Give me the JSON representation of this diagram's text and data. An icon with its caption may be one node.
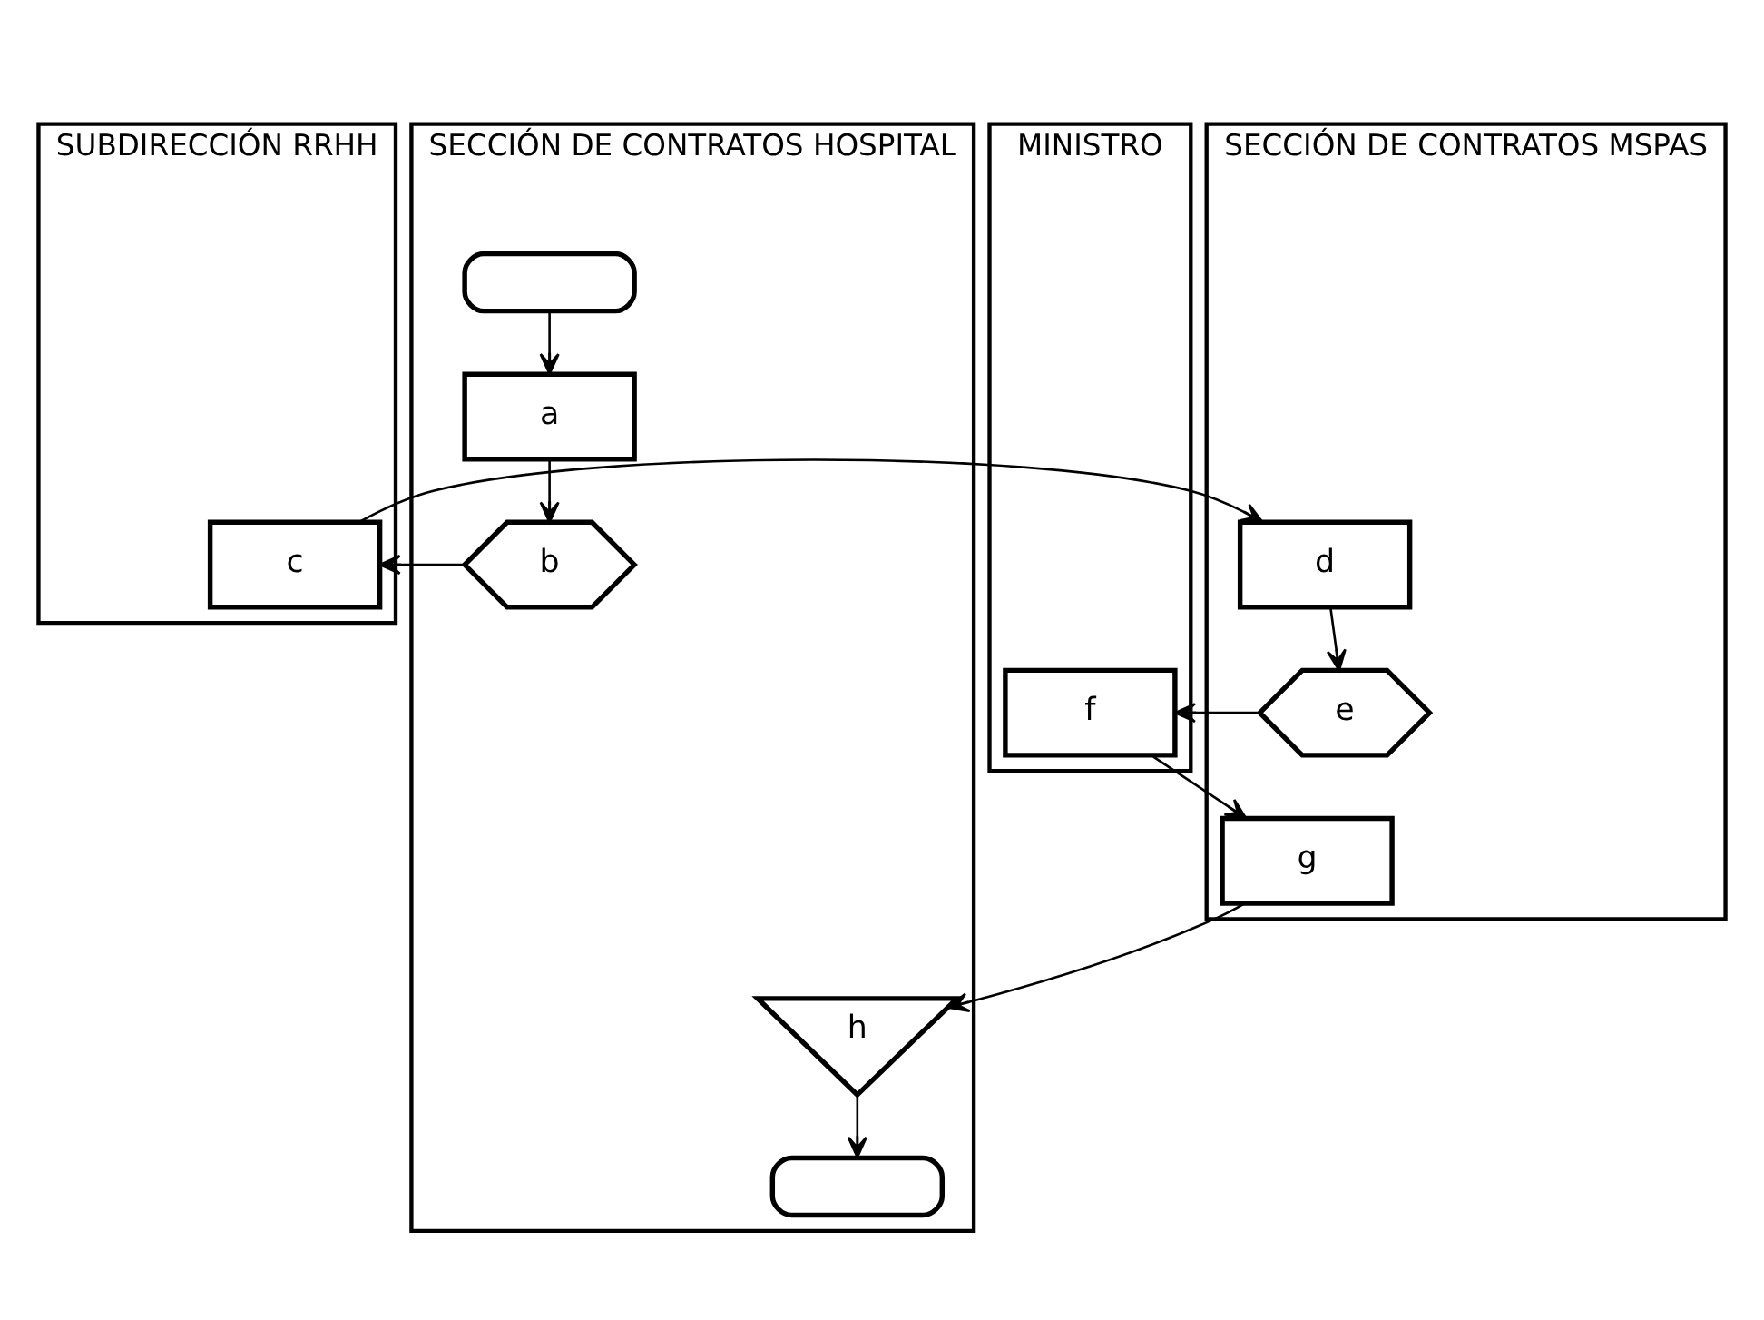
{
  "diagram": {
    "nodes": [
      {
        "text": [
          "SECCIÓN DE CONTRATOS HOSPITAL"
        ]
      },
      {
        "text": [
          "SUBDIRECCIÓN RRHH"
        ]
      },
      {
        "text": [
          "SECCIÓN DE CONTRATOS MSPAS"
        ]
      },
      {
        "text": [
          "MINISTRO"
        ]
      },
      {
        "text": [],
        "shape": "oval",
        "in": 0
      },
      {
        "text": [
          "a"
        ],
        "in": 0
      },
      {
        "text": [
          "b"
        ],
        "in": 0
      },
      {
        "text": [
          "c"
        ],
        "in": 1
      },
      {
        "text": [
          "d"
        ],
        "in": 2
      },
      {
        "text": [
          "e"
        ],
        "in": 2
      },
      {
        "text": [
          "f"
        ],
        "in": 3
      },
      {
        "text": [
          "g"
        ],
        "in": 2
      },
      {
        "text": [
          "h"
        ],
        "in": 0
      },
      {
        "text": [],
        "shape": "oval",
        "in": 0
      }
    ],
    "edges": [
      {
        "from": 4,
        "to": 5,
        "arrow": "to"
      },
      {
        "from": 5,
        "to": 6,
        "arrow": "to"
      },
      {
        "from": 6,
        "to": 7,
        "arrow": "to"
      },
      {
        "from": 7,
        "to": 8,
        "arrow": "to"
      },
      {
        "from": 8,
        "to": 9,
        "arrow": "to"
      },
      {
        "from": 9,
        "to": 10,
        "arrow": "to"
      },
      {
        "from": 10,
        "to": 11,
        "arrow": "to"
      },
      {
        "from": 11,
        "to": 12,
        "arrow": "to"
      },
      {
        "from": 12,
        "to": 13,
        "arrow": "to"
      }
    ]
  }
}
